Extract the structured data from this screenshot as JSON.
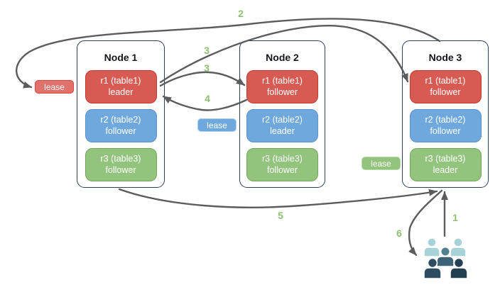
{
  "nodes": [
    {
      "title": "Node 1",
      "replicas": [
        {
          "label": "r1 (table1)",
          "role": "leader",
          "color": "red"
        },
        {
          "label": "r2 (table2)",
          "role": "follower",
          "color": "blue"
        },
        {
          "label": "r3 (table3)",
          "role": "follower",
          "color": "green"
        }
      ]
    },
    {
      "title": "Node 2",
      "replicas": [
        {
          "label": "r1 (table1)",
          "role": "follower",
          "color": "red"
        },
        {
          "label": "r2 (table2)",
          "role": "leader",
          "color": "blue"
        },
        {
          "label": "r3 (table3)",
          "role": "follower",
          "color": "green"
        }
      ]
    },
    {
      "title": "Node 3",
      "replicas": [
        {
          "label": "r1 (table1)",
          "role": "follower",
          "color": "red"
        },
        {
          "label": "r2 (table2)",
          "role": "follower",
          "color": "blue"
        },
        {
          "label": "r3 (table3)",
          "role": "leader",
          "color": "green"
        }
      ]
    }
  ],
  "leases": [
    {
      "label": "lease",
      "color": "red"
    },
    {
      "label": "lease",
      "color": "blue"
    },
    {
      "label": "lease",
      "color": "green"
    }
  ],
  "steps": {
    "s1": "1",
    "s2": "2",
    "s3a": "3",
    "s3b": "3",
    "s4": "4",
    "s5": "5",
    "s6": "6"
  },
  "icons": {
    "users": "users-group-icon"
  },
  "colors": {
    "replica_red_fill": "#d85b53",
    "replica_red_border": "#c23b2e",
    "replica_blue_fill": "#6fa8dc",
    "replica_blue_border": "#5a91cc",
    "replica_green_fill": "#93c47d",
    "replica_green_border": "#74a65a",
    "lease_red_fill": "#e0716b",
    "lease_red_border": "#e2453c",
    "lease_blue_border": "#abcfef",
    "lease_green_border": "#b9dba7",
    "node_border": "#2a3f5a",
    "arrow": "#5b5c5e",
    "step_label": "#8cbf70",
    "users_light": "#a7d2d7",
    "users_mid_head": "#4f828f",
    "users_mid_body": "#3c6375",
    "users_dark_left": "#2d4c60",
    "users_dark_right": "#224051"
  }
}
